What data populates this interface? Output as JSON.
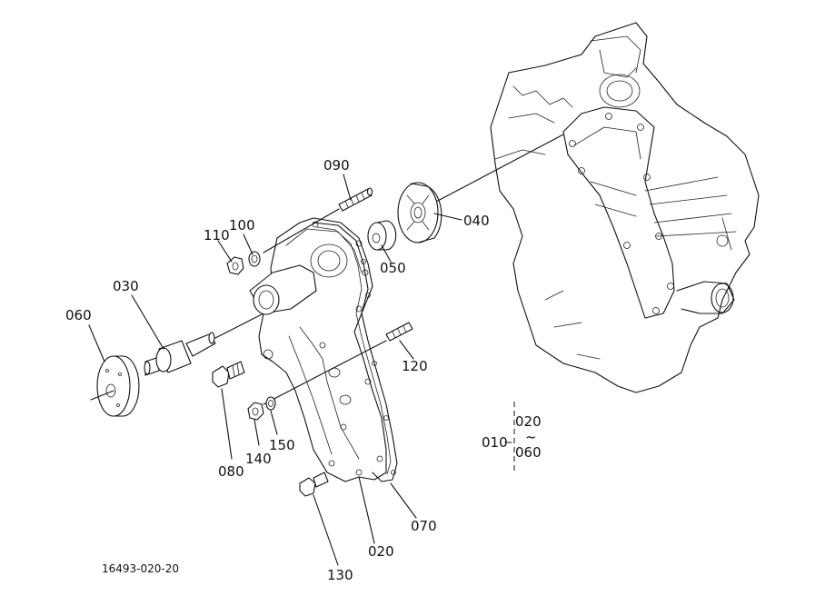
{
  "parts": {
    "p010": "010",
    "p020": "020",
    "p020b": "020",
    "p030": "030",
    "p040": "040",
    "p050": "050",
    "p060": "060",
    "p060b": "060",
    "p070": "070",
    "p080": "080",
    "p090": "090",
    "p100": "100",
    "p110": "110",
    "p120": "120",
    "p130": "130",
    "p140": "140",
    "p150": "150"
  },
  "reference_code": "16493-020-20",
  "assembly_tilde": "~"
}
